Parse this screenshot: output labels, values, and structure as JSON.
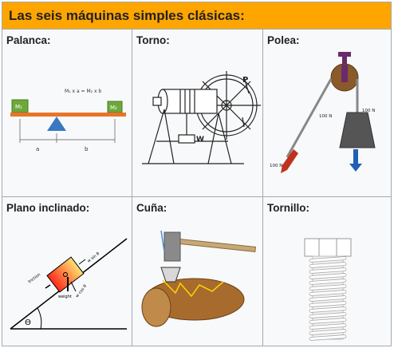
{
  "title": "Las seis máquinas simples clásicas:",
  "cells": [
    {
      "label": "Palanca:"
    },
    {
      "label": "Torno:"
    },
    {
      "label": "Polea:"
    },
    {
      "label": "Plano inclinado:"
    },
    {
      "label": "Cuña:"
    },
    {
      "label": "Tornillo:"
    }
  ],
  "lever": {
    "equation": "M₁ x a = M₂ x b",
    "m1": "M₁",
    "m2": "M₂",
    "a": "a",
    "b": "b"
  },
  "wheel": {
    "p": "P",
    "w": "W"
  },
  "pulley": {
    "left_force": "100 N",
    "right_force": "100 N",
    "down_force": "100 N"
  },
  "incline": {
    "friction": "friction",
    "w_sin": "w sin θ",
    "w_cos": "w cos θ",
    "weight": "weight",
    "theta": "Θ"
  },
  "colors": {
    "header": "#ffa500",
    "border": "#a2a9b1",
    "cell_bg": "#f8f9fa",
    "lever_beam": "#e8742a",
    "lever_weight": "#6fa83a",
    "fulcrum": "#3a78c0",
    "pulley_wheel": "#8a5a2a",
    "pulley_red_arrow": "#c0321e",
    "pulley_blue_arrow": "#1f5fb8",
    "wood": "#a86b2e"
  }
}
